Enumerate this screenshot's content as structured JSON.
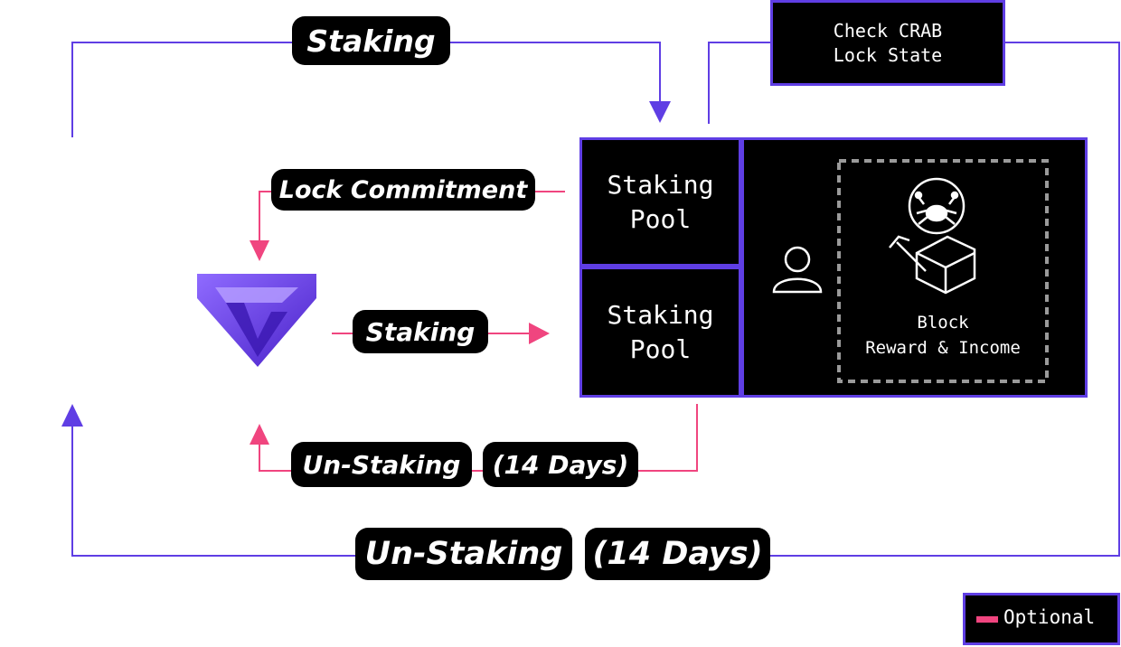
{
  "labels": {
    "staking_top": "Staking",
    "lock_commitment": "Lock Commitment",
    "staking_middle": "Staking",
    "unstaking_inner": "Un-Staking",
    "unstaking_inner_days": "(14 Days)",
    "unstaking_outer": "Un-Staking",
    "unstaking_outer_days": "(14 Days)"
  },
  "boxes": {
    "check_state": "Check CRAB\nLock State",
    "staking_pool_1": "Staking\nPool",
    "staking_pool_2": "Staking\nPool",
    "reward": "Block\nReward & Income"
  },
  "legend": {
    "label": "Optional",
    "swatch_color": "#f0457f"
  },
  "colors": {
    "primary": "#5f3ee4",
    "optional": "#f0457f",
    "box_fill": "#000000"
  },
  "icons": [
    "logo-icon",
    "user-icon",
    "crab-icon",
    "pickaxe-box-icon"
  ]
}
